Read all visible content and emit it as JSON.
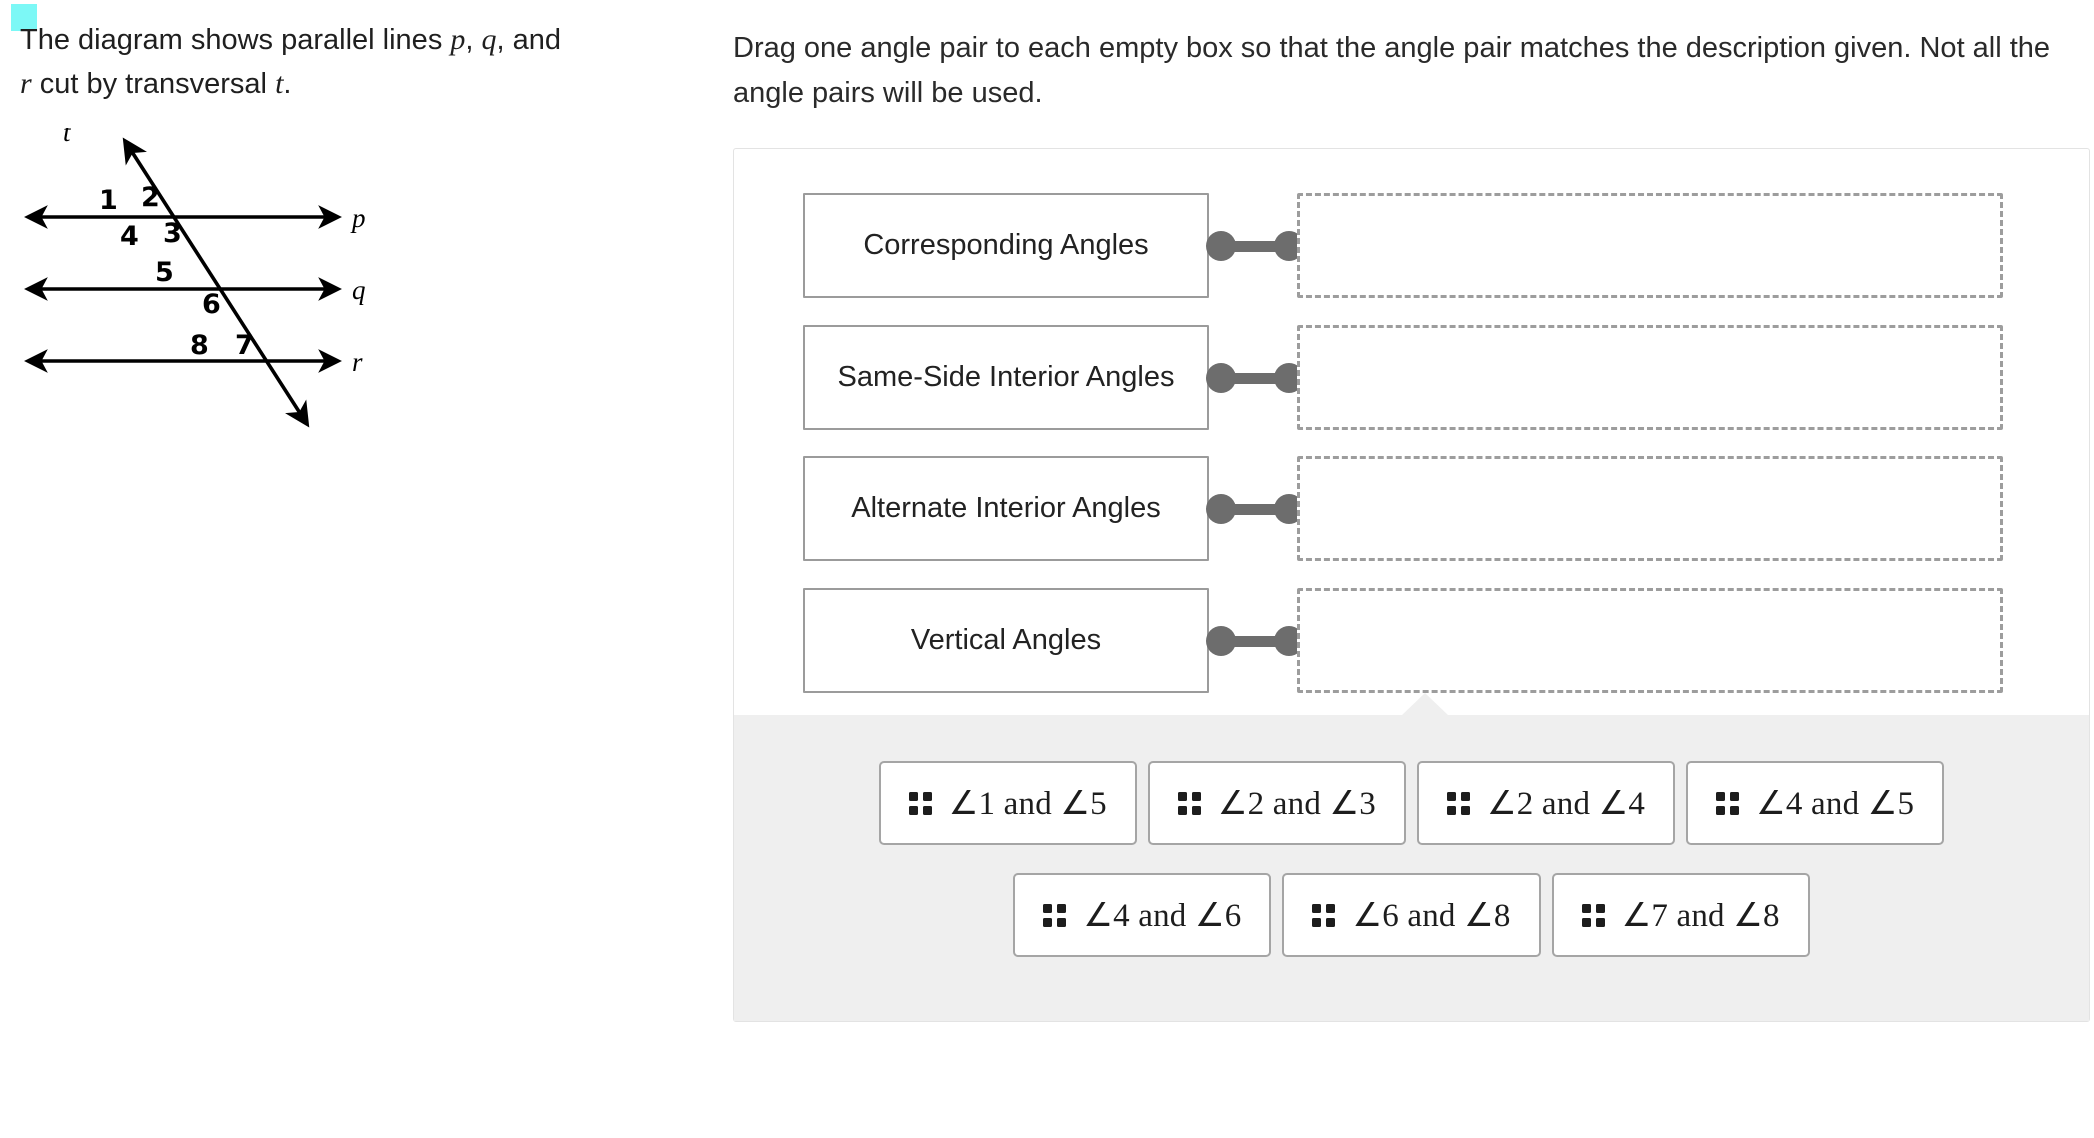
{
  "left": {
    "prompt_line1_a": "The diagram shows parallel lines ",
    "prompt_var_p": "p",
    "prompt_comma1": ", ",
    "prompt_var_q": "q",
    "prompt_and": ", and",
    "prompt_line2_var_r": "r",
    "prompt_line2_b": " cut by transversal ",
    "prompt_var_t": "t",
    "prompt_period": ".",
    "diagram": {
      "line_labels": [
        "p",
        "q",
        "r",
        "t"
      ],
      "angle_numbers": [
        "1",
        "2",
        "3",
        "4",
        "5",
        "6",
        "7",
        "8"
      ],
      "line_color": "#000000"
    }
  },
  "right": {
    "instructions": "Drag one angle pair to each empty box so that the angle pair matches the description given. Not all the angle pairs will be used.",
    "rows": [
      {
        "label": "Corresponding Angles",
        "drop_value": ""
      },
      {
        "label": "Same-Side Interior Angles",
        "drop_value": ""
      },
      {
        "label": "Alternate Interior Angles",
        "drop_value": ""
      },
      {
        "label": "Vertical Angles",
        "drop_value": ""
      }
    ],
    "tray": {
      "row_a": [
        {
          "first": "∠1",
          "and": "and",
          "second": "∠5",
          "text": "∠1 and ∠5"
        },
        {
          "first": "∠2",
          "and": "and",
          "second": "∠3",
          "text": "∠2 and ∠3"
        },
        {
          "first": "∠2",
          "and": "and",
          "second": "∠4",
          "text": "∠2 and ∠4"
        },
        {
          "first": "∠4",
          "and": "and",
          "second": "∠5",
          "text": "∠4 and ∠5"
        }
      ],
      "row_b": [
        {
          "first": "∠4",
          "and": "and",
          "second": "∠6",
          "text": "∠4 and ∠6"
        },
        {
          "first": "∠6",
          "and": "and",
          "second": "∠8",
          "text": "∠6 and ∠8"
        },
        {
          "first": "∠7",
          "and": "and",
          "second": "∠8",
          "text": "∠7 and ∠8"
        }
      ]
    }
  },
  "colors": {
    "marker": "#7cf8f6",
    "tray_background": "#efefef",
    "connector": "#6d6d6d",
    "drop_border": "#9d9d9d",
    "label_border": "#9b9b9b",
    "chip_border": "#a5a5a5",
    "card_border": "#e3e3e3"
  }
}
